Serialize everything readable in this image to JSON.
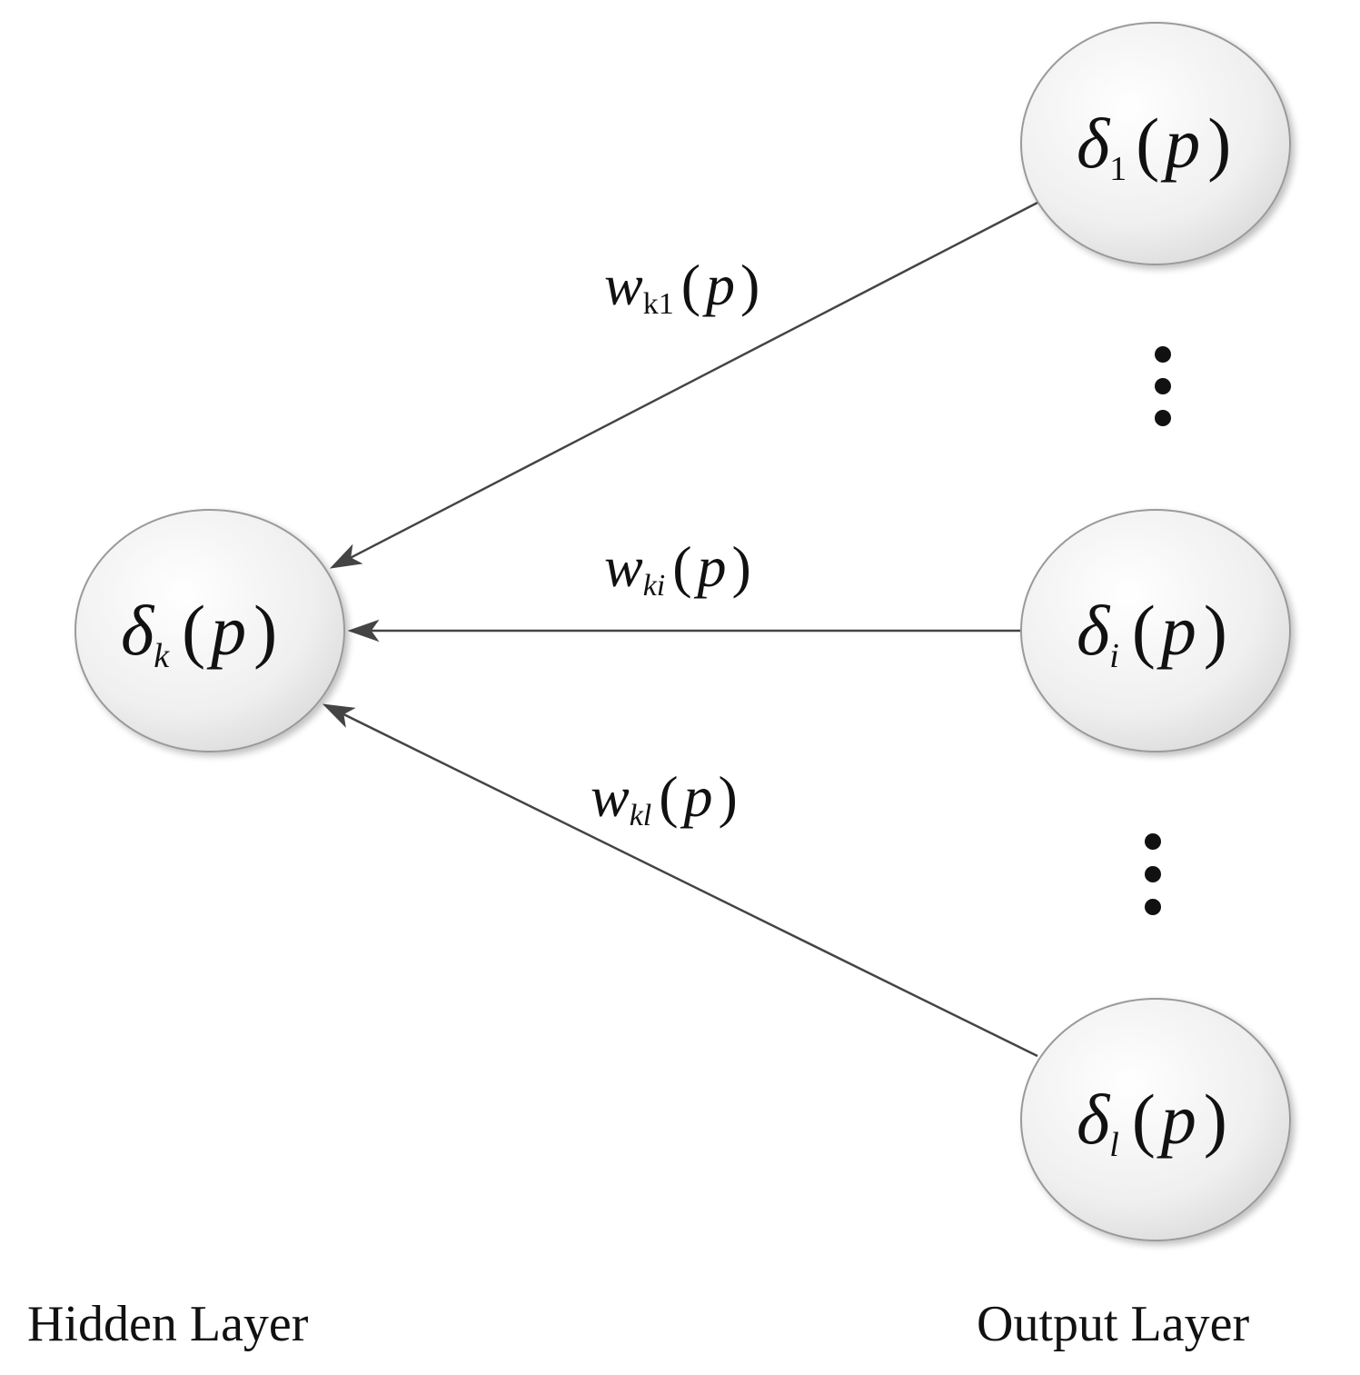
{
  "colors": {
    "node_fill": "#f2f2f2",
    "node_stroke": "#9a9a9a",
    "edge": "#444444",
    "text": "#111111"
  },
  "nodes": {
    "hidden_k": {
      "symbol": "δ",
      "sub": "k",
      "arg": "p"
    },
    "out_1": {
      "symbol": "δ",
      "sub": "1",
      "arg": "p"
    },
    "out_i": {
      "symbol": "δ",
      "sub": "i",
      "arg": "p"
    },
    "out_l": {
      "symbol": "δ",
      "sub": "l",
      "arg": "p"
    }
  },
  "edges": {
    "w_k1": {
      "symbol": "w",
      "sub": "k1",
      "arg": "p"
    },
    "w_ki": {
      "symbol": "w",
      "sub": "ki",
      "arg": "p"
    },
    "w_kl": {
      "symbol": "w",
      "sub": "kl",
      "arg": "p"
    }
  },
  "labels": {
    "hidden_layer": "Hidden Layer",
    "output_layer": "Output Layer"
  },
  "paren_open": "(",
  "paren_close": ")"
}
